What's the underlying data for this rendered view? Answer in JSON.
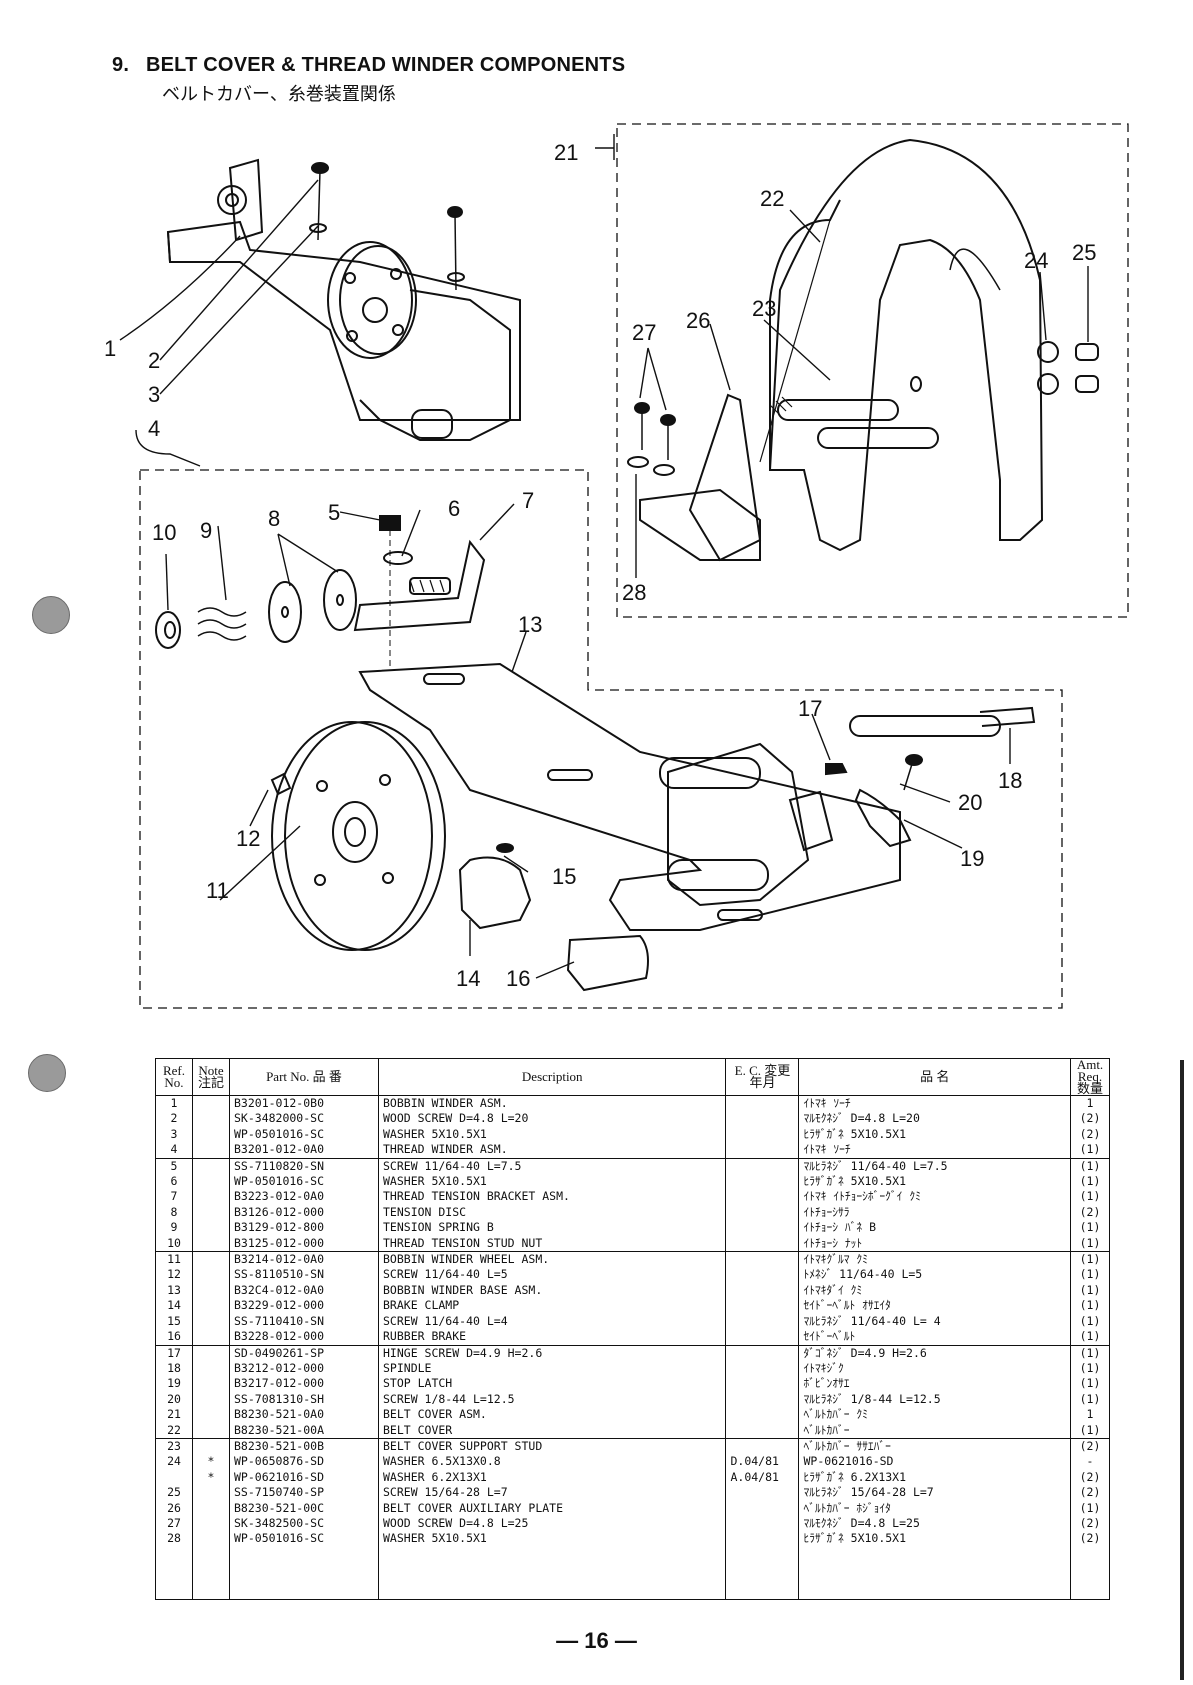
{
  "header": {
    "section_number": "9.",
    "title": "BELT COVER & THREAD WINDER COMPONENTS",
    "subtitle": "ベルトカバー、糸巻装置関係"
  },
  "diagram": {
    "callouts": [
      "1",
      "2",
      "3",
      "4",
      "5",
      "6",
      "7",
      "8",
      "9",
      "10",
      "11",
      "12",
      "13",
      "14",
      "15",
      "16",
      "17",
      "18",
      "19",
      "20",
      "21",
      "22",
      "23",
      "24",
      "25",
      "26",
      "27",
      "28"
    ]
  },
  "table": {
    "headers": {
      "ref": "Ref. No.",
      "note": "Note 注記",
      "part_no": "Part No. 品 番",
      "description": "Description",
      "ec": "E. C. 変更年月",
      "name_jp": "品 名",
      "amt": "Amt. Req. 数量"
    },
    "rows": [
      {
        "ref": "1",
        "note": "",
        "pn": "B3201-012-0B0",
        "desc": "BOBBIN WINDER ASM.",
        "ec": "",
        "jp": "ｲﾄﾏｷ ｿｰﾁ",
        "amt": "1"
      },
      {
        "ref": "2",
        "note": "",
        "pn": "SK-3482000-SC",
        "desc": "WOOD SCREW D=4.8 L=20",
        "ec": "",
        "jp": "ﾏﾙﾓｸﾈｼﾞ D=4.8 L=20",
        "amt": "(2)"
      },
      {
        "ref": "3",
        "note": "",
        "pn": "WP-0501016-SC",
        "desc": "WASHER  5X10.5X1",
        "ec": "",
        "jp": "ﾋﾗｻﾞｶﾞﾈ 5X10.5X1",
        "amt": "(2)"
      },
      {
        "ref": "4",
        "note": "",
        "pn": "B3201-012-0A0",
        "desc": "THREAD WINDER ASM.",
        "ec": "",
        "jp": "ｲﾄﾏｷ ｿｰﾁ",
        "amt": "(1)"
      },
      {
        "ref": "5",
        "note": "",
        "pn": "SS-7110820-SN",
        "desc": "SCREW  11/64-40 L=7.5",
        "ec": "",
        "jp": "ﾏﾙﾋﾗﾈｼﾞ 11/64-40 L=7.5",
        "amt": "(1)"
      },
      {
        "ref": "6",
        "note": "",
        "pn": "WP-0501016-SC",
        "desc": "WASHER  5X10.5X1",
        "ec": "",
        "jp": "ﾋﾗｻﾞｶﾞﾈ 5X10.5X1",
        "amt": "(1)"
      },
      {
        "ref": "7",
        "note": "",
        "pn": "B3223-012-0A0",
        "desc": "THREAD TENSION BRACKET ASM.",
        "ec": "",
        "jp": "ｲﾄﾏｷ ｲﾄﾁｮｰｼﾎﾞｰｸﾞｲ ｸﾐ",
        "amt": "(1)"
      },
      {
        "ref": "8",
        "note": "",
        "pn": "B3126-012-000",
        "desc": "TENSION DISC",
        "ec": "",
        "jp": "ｲﾄﾁｮｰｼｻﾗ",
        "amt": "(2)"
      },
      {
        "ref": "9",
        "note": "",
        "pn": "B3129-012-800",
        "desc": "TENSION SPRING  B",
        "ec": "",
        "jp": "ｲﾄﾁｮｰｼ ﾊﾞﾈ B",
        "amt": "(1)"
      },
      {
        "ref": "10",
        "note": "",
        "pn": "B3125-012-000",
        "desc": "THREAD TENSION STUD NUT",
        "ec": "",
        "jp": "ｲﾄﾁｮｰｼ ﾅｯﾄ",
        "amt": "(1)"
      },
      {
        "ref": "11",
        "note": "",
        "pn": "B3214-012-0A0",
        "desc": "BOBBIN WINDER WHEEL ASM.",
        "ec": "",
        "jp": "ｲﾄﾏｷｸﾞﾙﾏ ｸﾐ",
        "amt": "(1)"
      },
      {
        "ref": "12",
        "note": "",
        "pn": "SS-8110510-SN",
        "desc": "SCREW  11/64-40 L=5",
        "ec": "",
        "jp": "ﾄﾒﾈｼﾞ 11/64-40 L=5",
        "amt": "(1)"
      },
      {
        "ref": "13",
        "note": "",
        "pn": "B32C4-012-0A0",
        "desc": "BOBBIN WINDER BASE ASM.",
        "ec": "",
        "jp": "ｲﾄﾏｷﾀﾞｲ ｸﾐ",
        "amt": "(1)"
      },
      {
        "ref": "14",
        "note": "",
        "pn": "B3229-012-000",
        "desc": "BRAKE CLAMP",
        "ec": "",
        "jp": "ｾｲﾄﾞｰﾍﾞﾙﾄ ｵｻｴｲﾀ",
        "amt": "(1)"
      },
      {
        "ref": "15",
        "note": "",
        "pn": "SS-7110410-SN",
        "desc": "SCREW  11/64-40 L=4",
        "ec": "",
        "jp": "ﾏﾙﾋﾗﾈｼﾞ 11/64-40 L= 4",
        "amt": "(1)"
      },
      {
        "ref": "16",
        "note": "",
        "pn": "B3228-012-000",
        "desc": "RUBBER BRAKE",
        "ec": "",
        "jp": "ｾｲﾄﾞｰﾍﾞﾙﾄ",
        "amt": "(1)"
      },
      {
        "ref": "17",
        "note": "",
        "pn": "SD-0490261-SP",
        "desc": "HINGE SCREW  D=4.9 H=2.6",
        "ec": "",
        "jp": "ﾀﾞｺﾞﾈｼﾞ D=4.9 H=2.6",
        "amt": "(1)"
      },
      {
        "ref": "18",
        "note": "",
        "pn": "B3212-012-000",
        "desc": "SPINDLE",
        "ec": "",
        "jp": "ｲﾄﾏｷｼﾞｸ",
        "amt": "(1)"
      },
      {
        "ref": "19",
        "note": "",
        "pn": "B3217-012-000",
        "desc": "STOP LATCH",
        "ec": "",
        "jp": "ﾎﾞﾋﾞﾝｵｻｴ",
        "amt": "(1)"
      },
      {
        "ref": "20",
        "note": "",
        "pn": "SS-7081310-SH",
        "desc": "SCREW  1/8-44 L=12.5",
        "ec": "",
        "jp": "ﾏﾙﾋﾗﾈｼﾞ 1/8-44 L=12.5",
        "amt": "(1)"
      },
      {
        "ref": "21",
        "note": "",
        "pn": "B8230-521-0A0",
        "desc": "BELT COVER ASM.",
        "ec": "",
        "jp": "ﾍﾞﾙﾄｶﾊﾞｰ ｸﾐ",
        "amt": "1"
      },
      {
        "ref": "22",
        "note": "",
        "pn": "B8230-521-00A",
        "desc": "BELT COVER",
        "ec": "",
        "jp": "ﾍﾞﾙﾄｶﾊﾞｰ",
        "amt": "(1)"
      },
      {
        "ref": "23",
        "note": "",
        "pn": "B8230-521-00B",
        "desc": "BELT COVER SUPPORT STUD",
        "ec": "",
        "jp": "ﾍﾞﾙﾄｶﾊﾞｰ ｻｻｴﾊﾞｰ",
        "amt": "(2)"
      },
      {
        "ref": "24",
        "note": "*",
        "pn": "WP-0650876-SD",
        "desc": "WASHER  6.5X13X0.8",
        "ec": "D.04/81",
        "jp": "WP-0621016-SD",
        "amt": "-"
      },
      {
        "ref": "",
        "note": "*",
        "pn": "WP-0621016-SD",
        "desc": "WASHER  6.2X13X1",
        "ec": "A.04/81",
        "jp": "ﾋﾗｻﾞｶﾞﾈ 6.2X13X1",
        "amt": "(2)"
      },
      {
        "ref": "25",
        "note": "",
        "pn": "SS-7150740-SP",
        "desc": "SCREW  15/64-28 L=7",
        "ec": "",
        "jp": "ﾏﾙﾋﾗﾈｼﾞ 15/64-28 L=7",
        "amt": "(2)"
      },
      {
        "ref": "26",
        "note": "",
        "pn": "B8230-521-00C",
        "desc": "BELT COVER AUXILIARY PLATE",
        "ec": "",
        "jp": "ﾍﾞﾙﾄｶﾊﾞｰ ﾎｼﾞｮｲﾀ",
        "amt": "(1)"
      },
      {
        "ref": "27",
        "note": "",
        "pn": "SK-3482500-SC",
        "desc": "WOOD SCREW D=4.8 L=25",
        "ec": "",
        "jp": "ﾏﾙﾓｸﾈｼﾞ D=4.8 L=25",
        "amt": "(2)"
      },
      {
        "ref": "28",
        "note": "",
        "pn": "WP-0501016-SC",
        "desc": "WASHER  5X10.5X1",
        "ec": "",
        "jp": "ﾋﾗｻﾞｶﾞﾈ 5X10.5X1",
        "amt": "(2)"
      }
    ]
  },
  "footer": {
    "page_number": "— 16 —"
  }
}
